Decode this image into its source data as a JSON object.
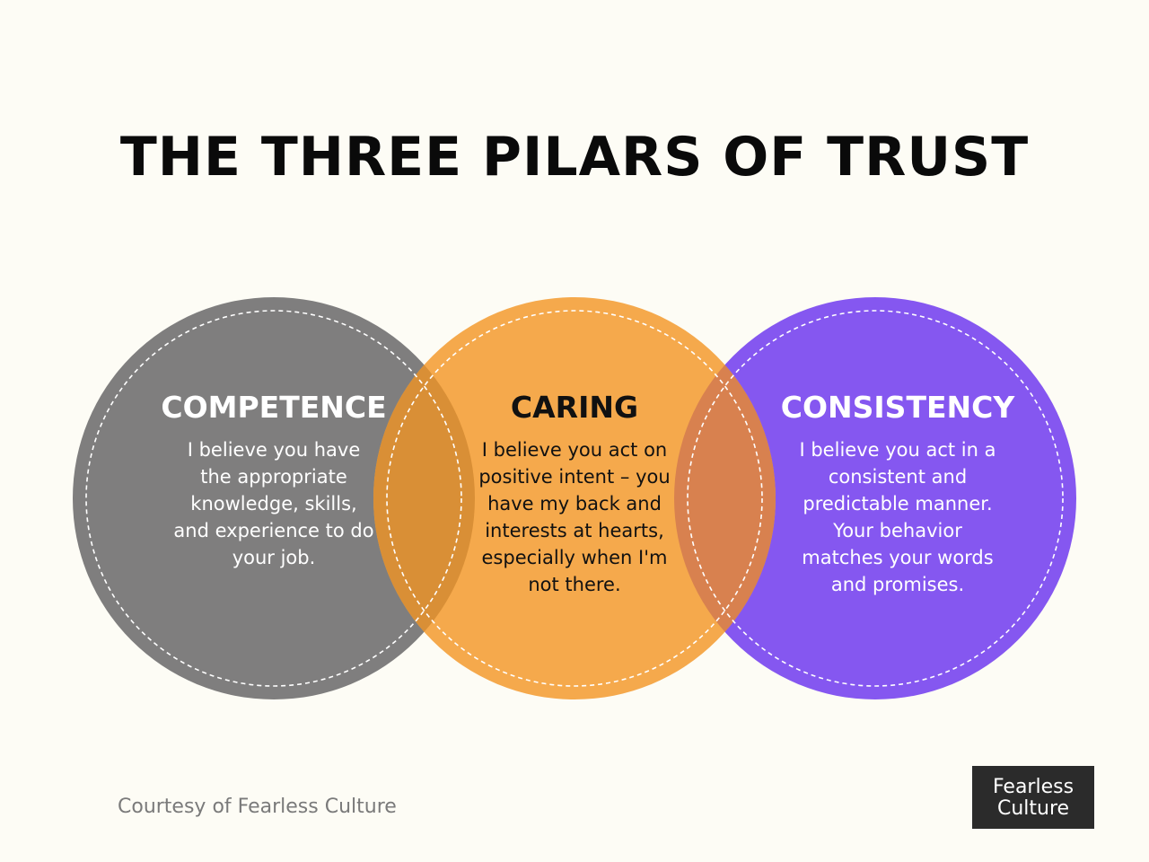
{
  "title": "THE THREE PILARS OF TRUST",
  "pillars": [
    {
      "heading": "COMPETENCE",
      "text": "I believe you have the appropriate knowledge, skills, and experience to do your job.",
      "color": "#7f7e7e",
      "ring_color": "#6b6a6a"
    },
    {
      "heading": "CARING",
      "text": "I believe you act on positive intent – you have my back and interests at hearts, especially when I'm not there.",
      "color": "#f5a94c",
      "ring_color": "#f7b04f"
    },
    {
      "heading": "CONSISTENCY",
      "text": "I believe you act in a consistent and predictable manner. Your behavior matches your words and promises.",
      "color": "#8557f0",
      "ring_color": "#8d5cf5"
    }
  ],
  "overlap_colors": {
    "competence_caring": "#d98f36",
    "caring_consistency": "#d8814f"
  },
  "credit": "Courtesy of Fearless Culture",
  "logo": {
    "line1": "Fearless",
    "line2": "Culture",
    "background": "#2b2b2b"
  }
}
